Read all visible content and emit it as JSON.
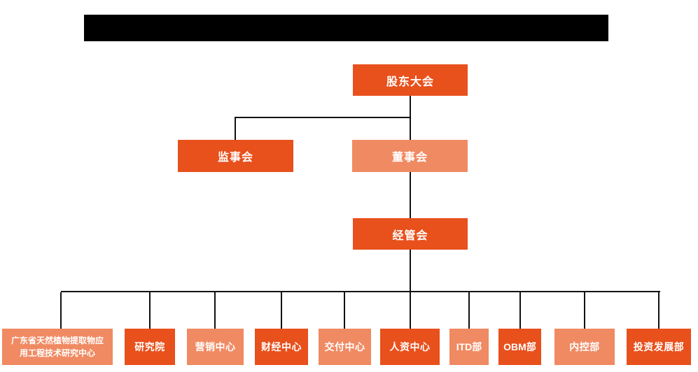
{
  "colors": {
    "box_dark": "#E8501C",
    "box_light": "#F08A62",
    "connector": "#111111",
    "redaction": "#000000",
    "page_bg": "#FFFFFF",
    "text": "#FFFFFF"
  },
  "org": {
    "shareholders": "股东大会",
    "supervisory": "监事会",
    "board": "董事会",
    "management": "经管会",
    "departments": [
      "广东省天然植物提取物应用工程技术研究中心",
      "研究院",
      "营销中心",
      "财经中心",
      "交付中心",
      "人资中心",
      "ITD部",
      "OBM部",
      "内控部",
      "投资发展部"
    ]
  }
}
